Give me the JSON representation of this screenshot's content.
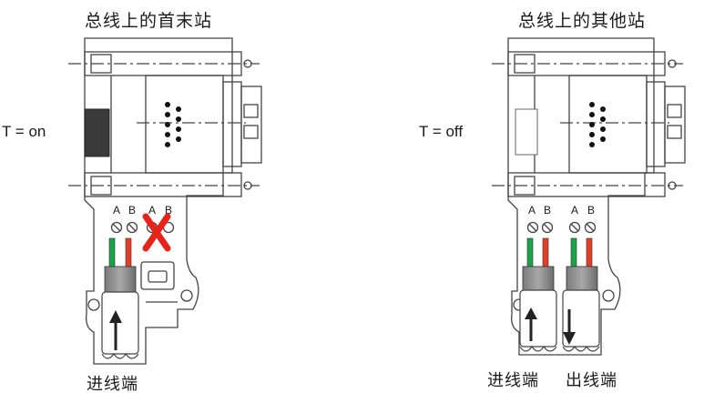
{
  "left": {
    "title": "总线上的首末站",
    "switch_label": "T = on",
    "terminal_labels": [
      "A",
      "B",
      "A",
      "B"
    ],
    "cable_label": "进线端",
    "disabled_mark": "X"
  },
  "right": {
    "title": "总线上的其他站",
    "switch_label": "T = off",
    "terminal_labels": [
      "A",
      "B",
      "A",
      "B"
    ],
    "cable_in_label": "进线端",
    "cable_out_label": "出线端"
  },
  "colors": {
    "wire_a": "#1aa34a",
    "wire_b": "#e0402a",
    "cross": "#e8231a",
    "switch_on": "#3c3c3c"
  }
}
